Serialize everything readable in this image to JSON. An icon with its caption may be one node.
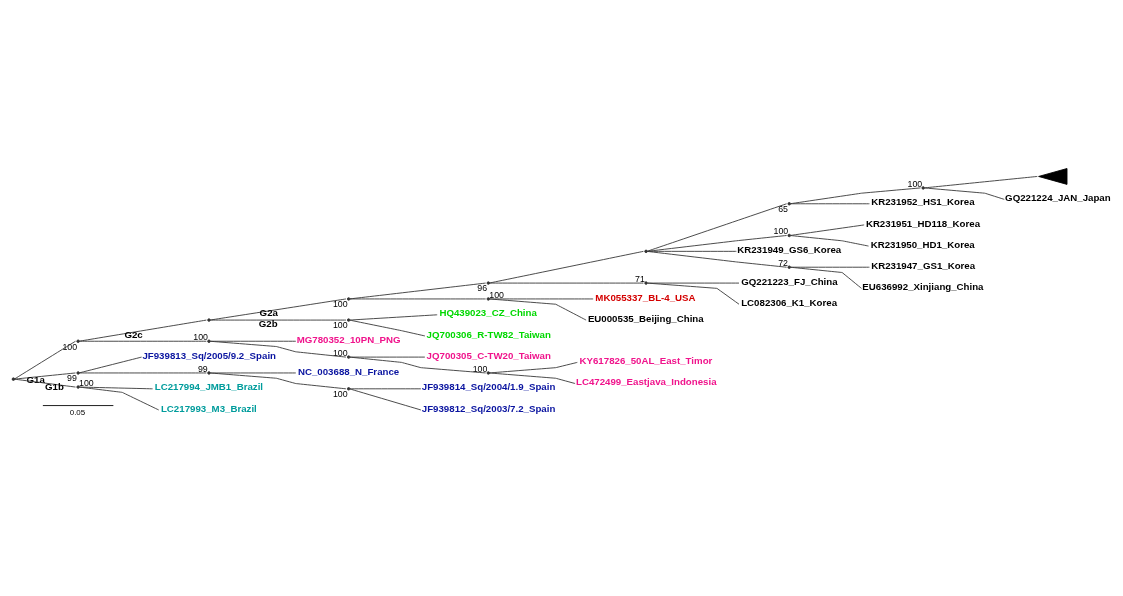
{
  "diagram": {
    "nodes": [
      {
        "text": [],
        "shape": "point"
      },
      {
        "text": [],
        "shape": "point",
        "beside": [
          "100"
        ]
      },
      {
        "text": [],
        "shape": "point"
      },
      {
        "text": [],
        "shape": "point",
        "beside": [
          "100"
        ]
      },
      {
        "text": [],
        "shape": "point",
        "beside": [
          "96"
        ]
      },
      {
        "text": [],
        "shape": "point"
      },
      {
        "text": [],
        "shape": "point",
        "beside": [
          "65"
        ]
      },
      {
        "text": [],
        "shape": "point",
        "beside": [
          "100"
        ]
      },
      {
        "text": [],
        "shape": "triangle"
      },
      {
        "text": [
          "GQ221224_JAN_Japan"
        ]
      },
      {
        "text": [
          "KR231952_HS1_Korea"
        ]
      },
      {
        "text": [],
        "shape": "point",
        "beside": [
          "100"
        ]
      },
      {
        "text": [
          "KR231951_HD118_Korea"
        ]
      },
      {
        "text": [
          "KR231950_HD1_Korea"
        ]
      },
      {
        "text": [
          "KR231949_GS6_Korea"
        ]
      },
      {
        "text": [],
        "shape": "point",
        "beside": [
          "72"
        ]
      },
      {
        "text": [
          "KR231947_GS1_Korea"
        ]
      },
      {
        "text": [
          "EU636992_Xinjiang_China"
        ]
      },
      {
        "text": [],
        "shape": "point",
        "beside": [
          "71"
        ]
      },
      {
        "text": [
          "GQ221223_FJ_China"
        ]
      },
      {
        "text": [
          "LC082306_K1_Korea"
        ]
      },
      {
        "text": [],
        "shape": "point",
        "beside": [
          "100"
        ]
      },
      {
        "text": [
          "MK055337_BL-4_USA"
        ]
      },
      {
        "text": [
          "EU000535_Beijing_China"
        ]
      },
      {
        "text": [],
        "shape": "point",
        "beside": [
          "100"
        ]
      },
      {
        "text": [
          "HQ439023_CZ_China"
        ]
      },
      {
        "text": [
          "JQ700306_R-TW82_Taiwan"
        ]
      },
      {
        "text": [],
        "shape": "point",
        "beside": [
          "100"
        ]
      },
      {
        "text": [
          "MG780352_10PN_PNG"
        ]
      },
      {
        "text": [],
        "shape": "point",
        "beside": [
          "100"
        ]
      },
      {
        "text": [
          "JQ700305_C-TW20_Taiwan"
        ]
      },
      {
        "text": [],
        "shape": "point",
        "beside": [
          "100"
        ]
      },
      {
        "text": [
          "KY617826_50AL_East_Timor"
        ]
      },
      {
        "text": [
          "LC472499_Eastjava_Indonesia"
        ]
      },
      {
        "text": [],
        "shape": "point",
        "beside": [
          "99"
        ]
      },
      {
        "text": [
          "JF939813_Sq/2005/9.2_Spain"
        ]
      },
      {
        "text": [],
        "shape": "point",
        "beside": [
          "99"
        ]
      },
      {
        "text": [
          "NC_003688_N_France"
        ]
      },
      {
        "text": [],
        "shape": "point",
        "beside": [
          "100"
        ]
      },
      {
        "text": [
          "JF939814_Sq/2004/1.9_Spain"
        ]
      },
      {
        "text": [
          "JF939812_Sq/2003/7.2_Spain"
        ]
      },
      {
        "text": [],
        "shape": "point",
        "beside": [
          "100"
        ]
      },
      {
        "text": [
          "LC217994_JMB1_Brazil"
        ]
      },
      {
        "text": [
          "LC217993_M3_Brazil"
        ]
      }
    ],
    "edges": [
      {
        "from": 0,
        "to": 1,
        "arrow": "none"
      },
      {
        "from": 1,
        "to": 2,
        "arrow": "none"
      },
      {
        "from": 2,
        "to": 3,
        "arrow": "none",
        "label": "G2a"
      },
      {
        "from": 3,
        "to": 4,
        "arrow": "none"
      },
      {
        "from": 4,
        "to": 5,
        "arrow": "none"
      },
      {
        "from": 5,
        "to": 6,
        "arrow": "none"
      },
      {
        "from": 6,
        "to": 7,
        "arrow": "none"
      },
      {
        "from": 7,
        "to": 8,
        "arrow": "none"
      },
      {
        "from": 7,
        "to": 9,
        "arrow": "none"
      },
      {
        "from": 6,
        "to": 10,
        "arrow": "none"
      },
      {
        "from": 5,
        "to": 11,
        "arrow": "none"
      },
      {
        "from": 11,
        "to": 12,
        "arrow": "none"
      },
      {
        "from": 11,
        "to": 13,
        "arrow": "none"
      },
      {
        "from": 5,
        "to": 14,
        "arrow": "none"
      },
      {
        "from": 5,
        "to": 15,
        "arrow": "none"
      },
      {
        "from": 15,
        "to": 16,
        "arrow": "none"
      },
      {
        "from": 15,
        "to": 17,
        "arrow": "none"
      },
      {
        "from": 4,
        "to": 18,
        "arrow": "none"
      },
      {
        "from": 18,
        "to": 19,
        "arrow": "none"
      },
      {
        "from": 18,
        "to": 20,
        "arrow": "none"
      },
      {
        "from": 3,
        "to": 21,
        "arrow": "none"
      },
      {
        "from": 21,
        "to": 22,
        "arrow": "none"
      },
      {
        "from": 21,
        "to": 23,
        "arrow": "none"
      },
      {
        "from": 2,
        "to": 24,
        "arrow": "none",
        "label": "G2b"
      },
      {
        "from": 24,
        "to": 25,
        "arrow": "none"
      },
      {
        "from": 24,
        "to": 26,
        "arrow": "none"
      },
      {
        "from": 1,
        "to": 27,
        "arrow": "none",
        "label": "G2c"
      },
      {
        "from": 27,
        "to": 28,
        "arrow": "none"
      },
      {
        "from": 27,
        "to": 29,
        "arrow": "none"
      },
      {
        "from": 29,
        "to": 30,
        "arrow": "none"
      },
      {
        "from": 29,
        "to": 31,
        "arrow": "none"
      },
      {
        "from": 31,
        "to": 32,
        "arrow": "none"
      },
      {
        "from": 31,
        "to": 33,
        "arrow": "none"
      },
      {
        "from": 0,
        "to": 34,
        "arrow": "none",
        "label": "G1a"
      },
      {
        "from": 34,
        "to": 35,
        "arrow": "none"
      },
      {
        "from": 34,
        "to": 36,
        "arrow": "none"
      },
      {
        "from": 36,
        "to": 37,
        "arrow": "none"
      },
      {
        "from": 36,
        "to": 38,
        "arrow": "none"
      },
      {
        "from": 38,
        "to": 39,
        "arrow": "none"
      },
      {
        "from": 38,
        "to": 40,
        "arrow": "none"
      },
      {
        "from": 0,
        "to": 41,
        "arrow": "none",
        "label": "G1b"
      },
      {
        "from": 41,
        "to": 42,
        "arrow": "none"
      },
      {
        "from": 41,
        "to": 43,
        "arrow": "none"
      }
    ],
    "labels": [
      "0.05"
    ]
  }
}
